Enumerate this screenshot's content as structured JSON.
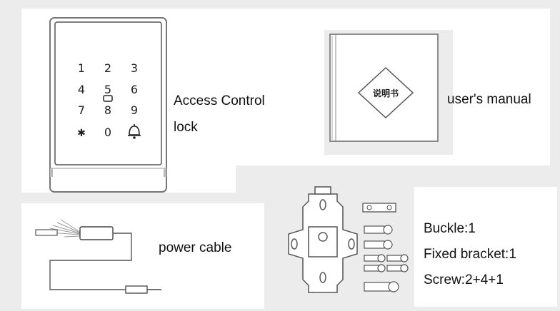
{
  "items": {
    "lock": {
      "label_line1": "Access Control",
      "label_line2": "lock"
    },
    "keypad": {
      "keys": [
        "1",
        "2",
        "3",
        "4",
        "5",
        "6",
        "7",
        "8",
        "9",
        "✱",
        "0",
        "bell"
      ]
    },
    "manual": {
      "label": "user's manual",
      "cover_text": "说明书"
    },
    "cable": {
      "label": "power cable"
    },
    "accessories": {
      "lines": [
        "Buckle:1",
        "Fixed bracket:1",
        "Screw:2+4+1"
      ]
    }
  }
}
